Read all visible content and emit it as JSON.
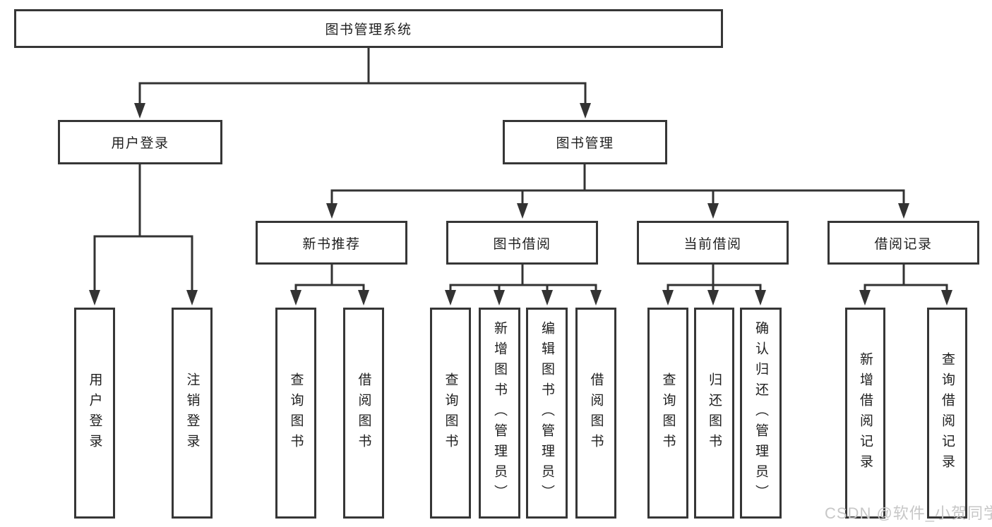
{
  "colors": {
    "line": "#333333",
    "border": "#363636",
    "text": "#1f1f1f",
    "watermark": "#c7c7c7",
    "background": "#ffffff"
  },
  "watermark": "CSDN @软件_小贺同学",
  "tree": {
    "label": "图书管理系统",
    "children": [
      {
        "label": "用户登录",
        "leaves": [
          "用户登录",
          "注销登录"
        ]
      },
      {
        "label": "图书管理",
        "children": [
          {
            "label": "新书推荐",
            "leaves": [
              "查询图书",
              "借阅图书"
            ]
          },
          {
            "label": "图书借阅",
            "leaves": [
              "查询图书",
              "新增图书（管理员）",
              "编辑图书（管理员）",
              "借阅图书"
            ]
          },
          {
            "label": "当前借阅",
            "leaves": [
              "查询图书",
              "归还图书",
              "确认归还（管理员）"
            ]
          },
          {
            "label": "借阅记录",
            "leaves": [
              "新增借阅记录",
              "查询借阅记录"
            ]
          }
        ]
      }
    ]
  }
}
